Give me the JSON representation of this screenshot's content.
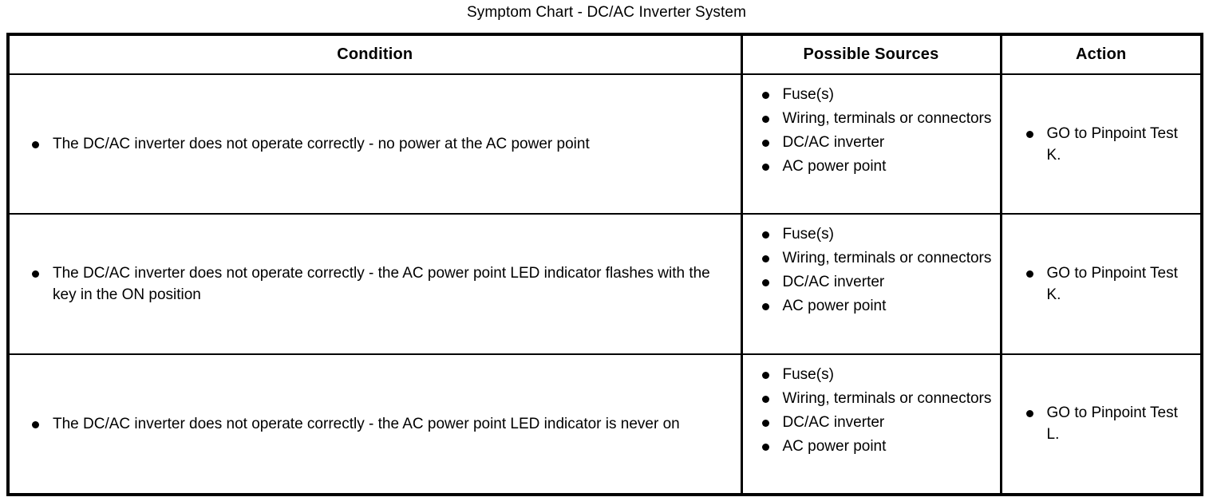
{
  "document": {
    "title": "Symptom Chart - DC/AC Inverter System"
  },
  "table": {
    "headers": {
      "condition": "Condition",
      "sources": "Possible Sources",
      "action": "Action"
    },
    "rows": [
      {
        "condition": "The DC/AC inverter does not operate correctly - no power at the AC power point",
        "sources": [
          "Fuse(s)",
          "Wiring, terminals or connectors",
          "DC/AC inverter",
          "AC power point"
        ],
        "action": "GO to Pinpoint Test K."
      },
      {
        "condition": "The DC/AC inverter does not operate correctly - the AC power point LED indicator flashes with the key in the ON position",
        "sources": [
          "Fuse(s)",
          "Wiring, terminals or connectors",
          "DC/AC inverter",
          "AC power point"
        ],
        "action": "GO to Pinpoint Test K."
      },
      {
        "condition": "The DC/AC inverter does not operate correctly - the AC power point LED indicator is never on",
        "sources": [
          "Fuse(s)",
          "Wiring, terminals or connectors",
          "DC/AC inverter",
          "AC power point"
        ],
        "action": "GO to Pinpoint Test L."
      }
    ]
  },
  "colors": {
    "text": "#000000",
    "background": "#ffffff",
    "border": "#000000"
  }
}
